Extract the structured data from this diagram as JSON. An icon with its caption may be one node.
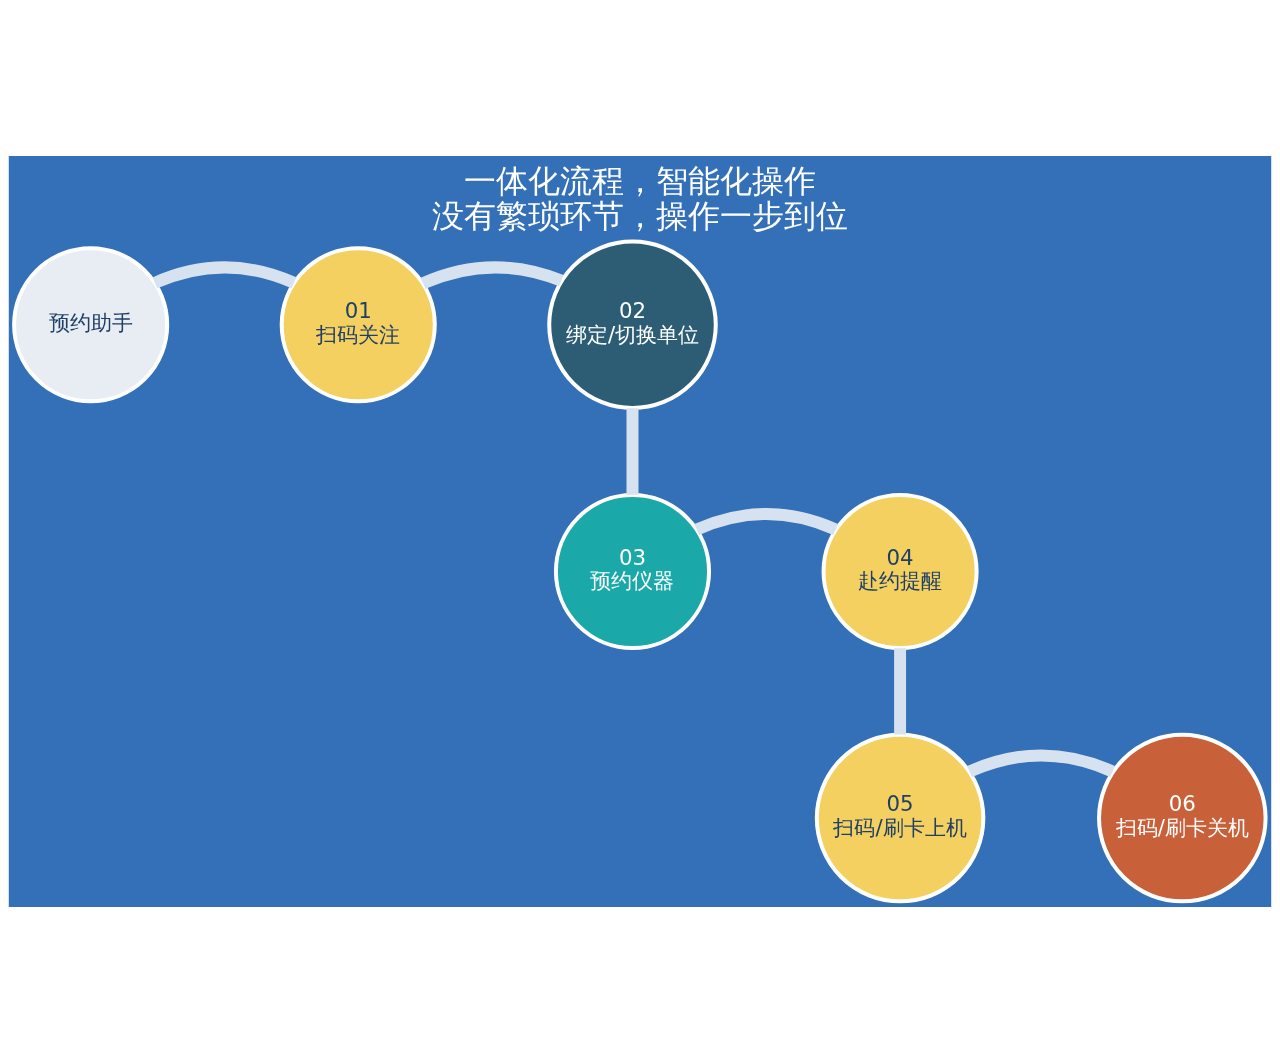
{
  "diagram": {
    "title": "一体化流程，智能化操作",
    "caption": "没有繁琐环节，操作一步到位",
    "nodes": [
      {
        "text": [
          "预约助手"
        ]
      },
      {
        "text": [
          "01",
          "扫码关注"
        ]
      },
      {
        "text": [
          "02",
          "绑定/切换单位"
        ]
      },
      {
        "text": [
          "03",
          "预约仪器"
        ]
      },
      {
        "text": [
          "04",
          "赴约提醒"
        ]
      },
      {
        "text": [
          "05",
          "扫码/刷卡上机"
        ]
      },
      {
        "text": [
          "06",
          "扫码/刷卡关机"
        ]
      }
    ],
    "edges": [
      {
        "from": 0,
        "to": 1,
        "arrow": "none"
      },
      {
        "from": 1,
        "to": 2,
        "arrow": "none"
      },
      {
        "from": 2,
        "to": 3,
        "arrow": "none"
      },
      {
        "from": 3,
        "to": 4,
        "arrow": "none"
      },
      {
        "from": 4,
        "to": 5,
        "arrow": "none"
      },
      {
        "from": 5,
        "to": 6,
        "arrow": "none"
      }
    ]
  }
}
